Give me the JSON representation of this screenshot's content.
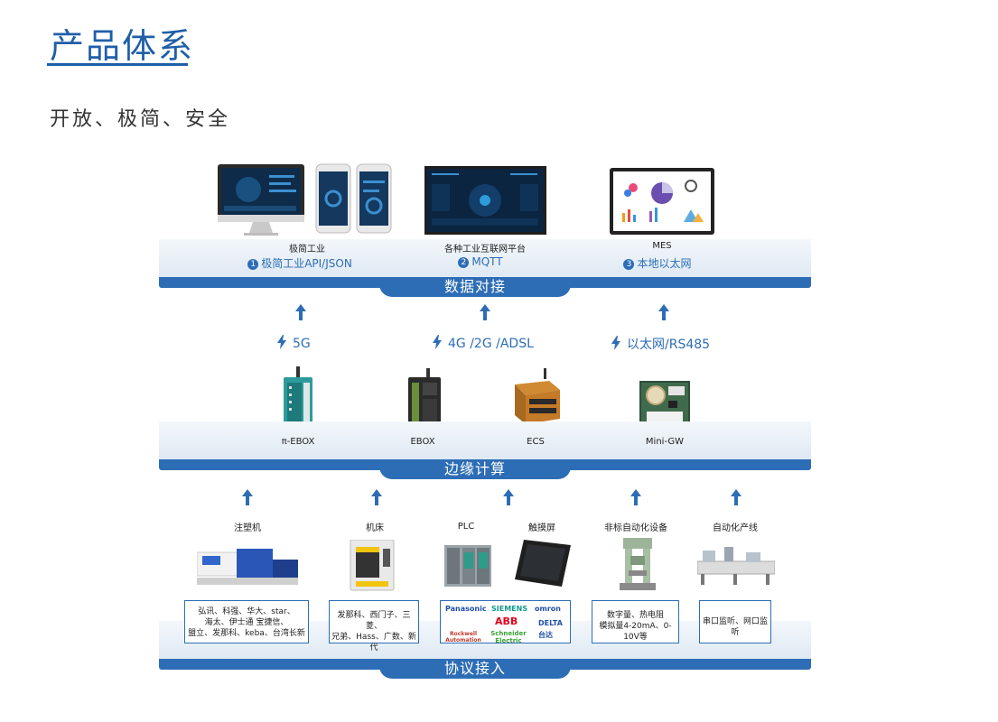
{
  "header": {
    "title": "产品体系",
    "subtitle": "开放、极简、安全"
  },
  "layers": {
    "data": {
      "label": "数据对接",
      "items": [
        {
          "caption": "极简工业",
          "num": "1",
          "protocol": "极简工业API/JSON"
        },
        {
          "caption": "各种工业互联网平台",
          "num": "2",
          "protocol": "MQTT"
        },
        {
          "caption": "MES",
          "num": "3",
          "protocol": "本地以太网"
        }
      ]
    },
    "connections": [
      "5G",
      "4G /2G /ADSL",
      "以太网/RS485"
    ],
    "edge": {
      "label": "边缘计算",
      "devices": [
        "π-EBOX",
        "EBOX",
        "ECS",
        "Mini-GW"
      ]
    },
    "protocol": {
      "label": "协议接入",
      "equipment": [
        "注塑机",
        "机床",
        "PLC",
        "触摸屏",
        "非标自动化设备",
        "自动化产线"
      ],
      "boxes": [
        {
          "lines": [
            "弘讯、科强、华大、star、",
            "海太、伊士通  宝捷信、",
            "盟立、发那科、keba、台湾长新"
          ]
        },
        {
          "lines": [
            "发那科、西门子、三菱、",
            "兄弟、Hass、广数、新代"
          ]
        },
        {
          "brands": [
            "Panasonic",
            "SIEMENS",
            "omron",
            "ABB",
            "DELTA",
            "Rockwell Automation",
            "Schneider Electric",
            "台达"
          ]
        },
        {
          "lines": [
            "数字量、热电阻",
            "模拟量4-20mA、0-10V等"
          ]
        },
        {
          "lines": [
            "串口监听、网口监听"
          ]
        }
      ]
    }
  },
  "colors": {
    "accent": "#2d6db5",
    "title": "#1f5fa8"
  }
}
